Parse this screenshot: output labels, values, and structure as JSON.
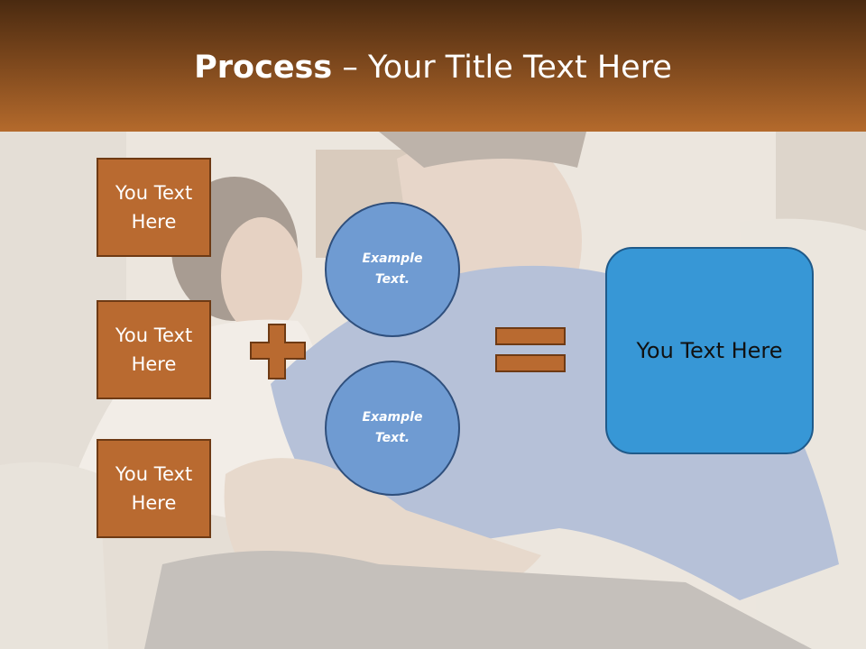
{
  "title": {
    "bold": "Process",
    "rest": " – Your Title Text Here"
  },
  "boxes": [
    "You Text\nHere",
    "You Text\nHere",
    "You Text\nHere"
  ],
  "circles": [
    "Example\nText.",
    "Example\nText."
  ],
  "result": "You Text Here",
  "colors": {
    "header": "#7a461c",
    "box": "#b96a30",
    "circle": "#6f9bd2",
    "result": "#3797d6"
  },
  "icons": [
    "plus-icon",
    "equals-icon"
  ]
}
